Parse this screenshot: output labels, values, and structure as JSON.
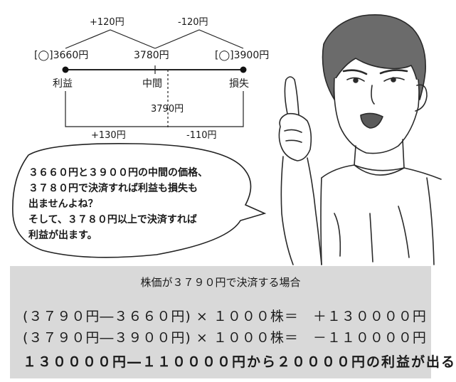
{
  "diagram": {
    "top_diff_left": "+120円",
    "top_diff_right": "-120円",
    "price_left": "[◯]3660円",
    "price_mid": "3780円",
    "price_right": "[◯]3900円",
    "label_left": "利益",
    "label_mid": "中間",
    "label_right": "損失",
    "settle_price": "3790円",
    "bottom_diff_left": "+130円",
    "bottom_diff_right": "-110円"
  },
  "speech": {
    "lines": [
      "３６６０円と３９００円の中間の価格、",
      "３７８０円で決済すれば利益も損失も",
      "出ませんよね？",
      "そして、３７８０円以上で決済すれば",
      "利益が出ます。"
    ]
  },
  "panel": {
    "title": "株価が３７９０円で決済する場合",
    "formula_1": "(３７９０円―３６６０円) × １０００株＝　＋１３００００円",
    "formula_2": "(３７９０円―３９００円) × １０００株＝　－１１００００円",
    "conclusion": "１３００００円―１１００００円から２００００円の利益が出る"
  }
}
